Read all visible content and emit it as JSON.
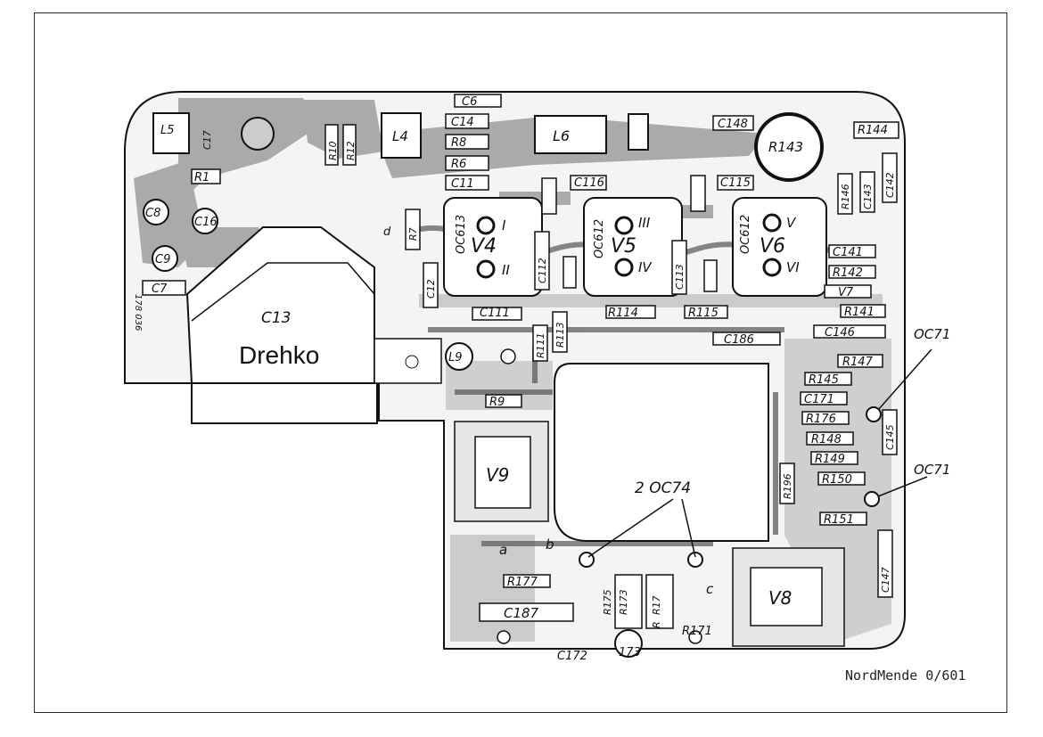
{
  "caption": "NordMende 0/601",
  "labels": {
    "L5": "L5",
    "C17": "C17",
    "R10": "R10",
    "R12": "R12",
    "L4": "L4",
    "C6": "C6",
    "C14": "C14",
    "R8": "R8",
    "R6": "R6",
    "C11": "C11",
    "L6": "L6",
    "C148": "C148",
    "R143": "R143",
    "R144": "R144",
    "R1": "R1",
    "C8": "C8",
    "C16": "C16",
    "C9": "C9",
    "C7": "C7",
    "d": "d",
    "R7": "R7",
    "C12": "C12",
    "C111": "C111",
    "OC613": "OC613",
    "OC612a": "OC612",
    "OC612b": "OC612",
    "V4": "V4",
    "V5": "V5",
    "V6": "V6",
    "C116": "C116",
    "C115": "C115",
    "C112": "C112",
    "C113": "C113",
    "R114": "R114",
    "R115": "R115",
    "R111": "R111",
    "R113": "R113",
    "C13": "C13",
    "Drehko": "Drehko",
    "L9": "L9",
    "R9": "R9",
    "C186": "C186",
    "C146": "C146",
    "R147": "R147",
    "R145": "R145",
    "C171": "C171",
    "R176": "R176",
    "R148": "R148",
    "R149": "R149",
    "R150": "R150",
    "R151": "R151",
    "R196": "R196",
    "C141": "C141",
    "R142": "R142",
    "V7": "V7",
    "R141": "R141",
    "R146": "R146",
    "C143": "C143",
    "C142": "C142",
    "OC71a": "OC71",
    "OC71b": "OC71",
    "C145": "C145",
    "C147": "C147",
    "V9": "V9",
    "V8": "V8",
    "OC74": "2 OC74",
    "a": "a",
    "b": "b",
    "c": "c",
    "R177": "R177",
    "C187": "C187",
    "R171": "R171",
    "C172": "C172",
    "R173": "R173",
    "R175": "R175",
    "R17": "R17",
    "R": "R",
    "T173": "173",
    "roman1": "I",
    "roman2": "II",
    "roman3": "III",
    "roman4": "IV",
    "roman5": "V",
    "roman6": "VI",
    "partno": "178 036"
  }
}
